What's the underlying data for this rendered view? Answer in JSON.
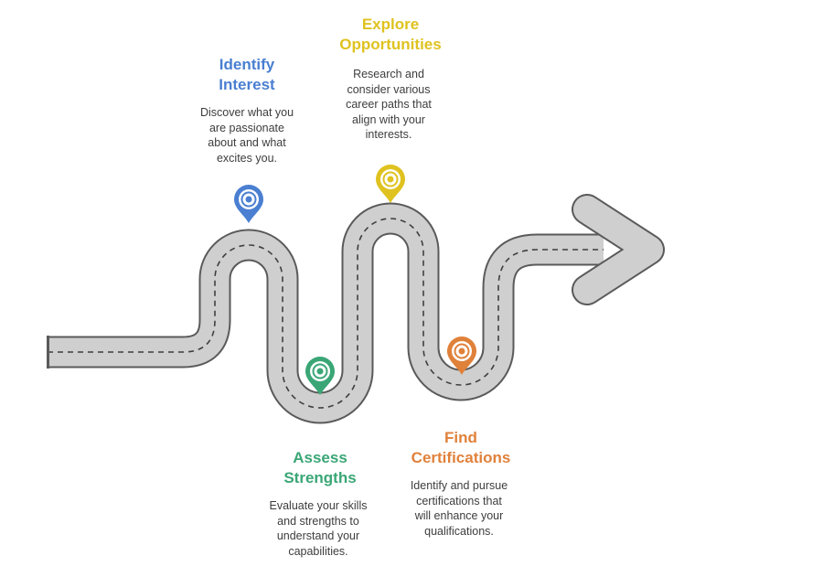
{
  "colors": {
    "road_fill": "#cfcfcf",
    "road_edge": "#5a5a5a",
    "lane_marks": "#3f3f3f",
    "identify": "#4a7fd1",
    "explore": "#dfc21f",
    "assess": "#3aa676",
    "find": "#e0813a",
    "description_text": "#3d3d3d"
  },
  "steps": [
    {
      "id": "identify",
      "title_line1": "Identify",
      "title_line2": "Interest",
      "description": [
        "Discover what you",
        "are passionate",
        "about and what",
        "excites you."
      ],
      "pin_color": "#4a7fd1",
      "icon": "map-pin-icon"
    },
    {
      "id": "explore",
      "title_line1": "Explore",
      "title_line2": "Opportunities",
      "description": [
        "Research and",
        "consider various",
        "career paths that",
        "align with your",
        "interests."
      ],
      "pin_color": "#dfc21f",
      "icon": "map-pin-icon"
    },
    {
      "id": "assess",
      "title_line1": "Assess",
      "title_line2": "Strengths",
      "description": [
        "Evaluate your skills",
        "and strengths to",
        "understand your",
        "capabilities."
      ],
      "pin_color": "#3aa676",
      "icon": "map-pin-icon"
    },
    {
      "id": "find",
      "title_line1": "Find",
      "title_line2": "Certifications",
      "description": [
        "Identify and pursue",
        "certifications that",
        "will enhance your",
        "qualifications."
      ],
      "pin_color": "#e0813a",
      "icon": "map-pin-icon"
    }
  ]
}
